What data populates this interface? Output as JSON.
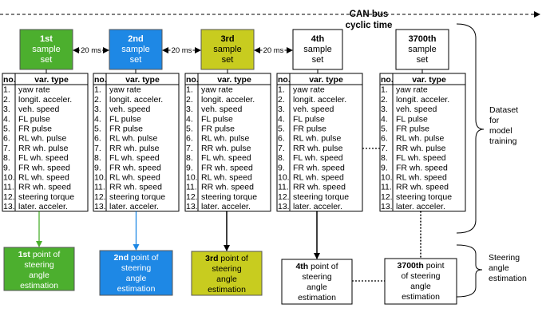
{
  "title_line1": "CAN bus",
  "title_line2": "cyclic time",
  "interval": "20 ms",
  "header": {
    "no": "no.",
    "var_type": "var. type"
  },
  "sample_sets": [
    {
      "lines": [
        "1st",
        "sample",
        "set"
      ],
      "bold_first": true,
      "color": "#4caf2e",
      "text_color": "#ffffff"
    },
    {
      "lines": [
        "2nd",
        "sample",
        "set"
      ],
      "bold_first": true,
      "color": "#1e88e5",
      "text_color": "#ffffff"
    },
    {
      "lines": [
        "3rd",
        "sample",
        "set"
      ],
      "bold_first": true,
      "color": "#c8cc1f",
      "text_color": "#000000"
    },
    {
      "lines": [
        "4th",
        "sample",
        "set"
      ],
      "bold_first": true,
      "color": "#ffffff",
      "text_color": "#000000"
    },
    {
      "lines": [
        "3700th",
        "sample",
        "set"
      ],
      "bold_first": true,
      "color": "#ffffff",
      "text_color": "#000000"
    }
  ],
  "rows": [
    {
      "no": "1.",
      "name": "yaw rate"
    },
    {
      "no": "2.",
      "name": "longit. acceler."
    },
    {
      "no": "3.",
      "name": "veh. speed"
    },
    {
      "no": "4.",
      "name": "FL pulse"
    },
    {
      "no": "5.",
      "name": "FR pulse"
    },
    {
      "no": "6.",
      "name": "RL wh. pulse"
    },
    {
      "no": "7.",
      "name": "RR wh. pulse"
    },
    {
      "no": "8.",
      "name": "FL wh. speed"
    },
    {
      "no": "9.",
      "name": "FR wh. speed"
    },
    {
      "no": "10.",
      "name": "RL wh. speed"
    },
    {
      "no": "11.",
      "name": "RR wh. speed"
    },
    {
      "no": "12.",
      "name": "steering torque"
    },
    {
      "no": "13.",
      "name": "later. acceler."
    }
  ],
  "estimations": [
    {
      "lines": [
        [
          "1st",
          " point of"
        ],
        [
          "steering"
        ],
        [
          "angle"
        ],
        [
          "estimation"
        ]
      ],
      "color": "#4caf2e",
      "text_color": "#ffffff"
    },
    {
      "lines": [
        [
          "2nd",
          " point of"
        ],
        [
          "steering"
        ],
        [
          "angle"
        ],
        [
          "estimation"
        ]
      ],
      "color": "#1e88e5",
      "text_color": "#ffffff"
    },
    {
      "lines": [
        [
          "3rd",
          " point of"
        ],
        [
          "steering"
        ],
        [
          "angle"
        ],
        [
          "estimation"
        ]
      ],
      "color": "#c8cc1f",
      "text_color": "#000000"
    },
    {
      "lines": [
        [
          "4th",
          " point of"
        ],
        [
          "steering"
        ],
        [
          "angle"
        ],
        [
          "estimation"
        ]
      ],
      "color": "#ffffff",
      "text_color": "#000000"
    },
    {
      "lines": [
        [
          "3700th",
          " point"
        ],
        [
          "of steering"
        ],
        [
          "angle"
        ],
        [
          "estimation"
        ]
      ],
      "color": "#ffffff",
      "text_color": "#000000"
    }
  ],
  "side_labels": {
    "dataset": [
      "Dataset",
      "for",
      "model",
      "training"
    ],
    "steering": [
      "Steering",
      "angle",
      "estimation"
    ]
  }
}
